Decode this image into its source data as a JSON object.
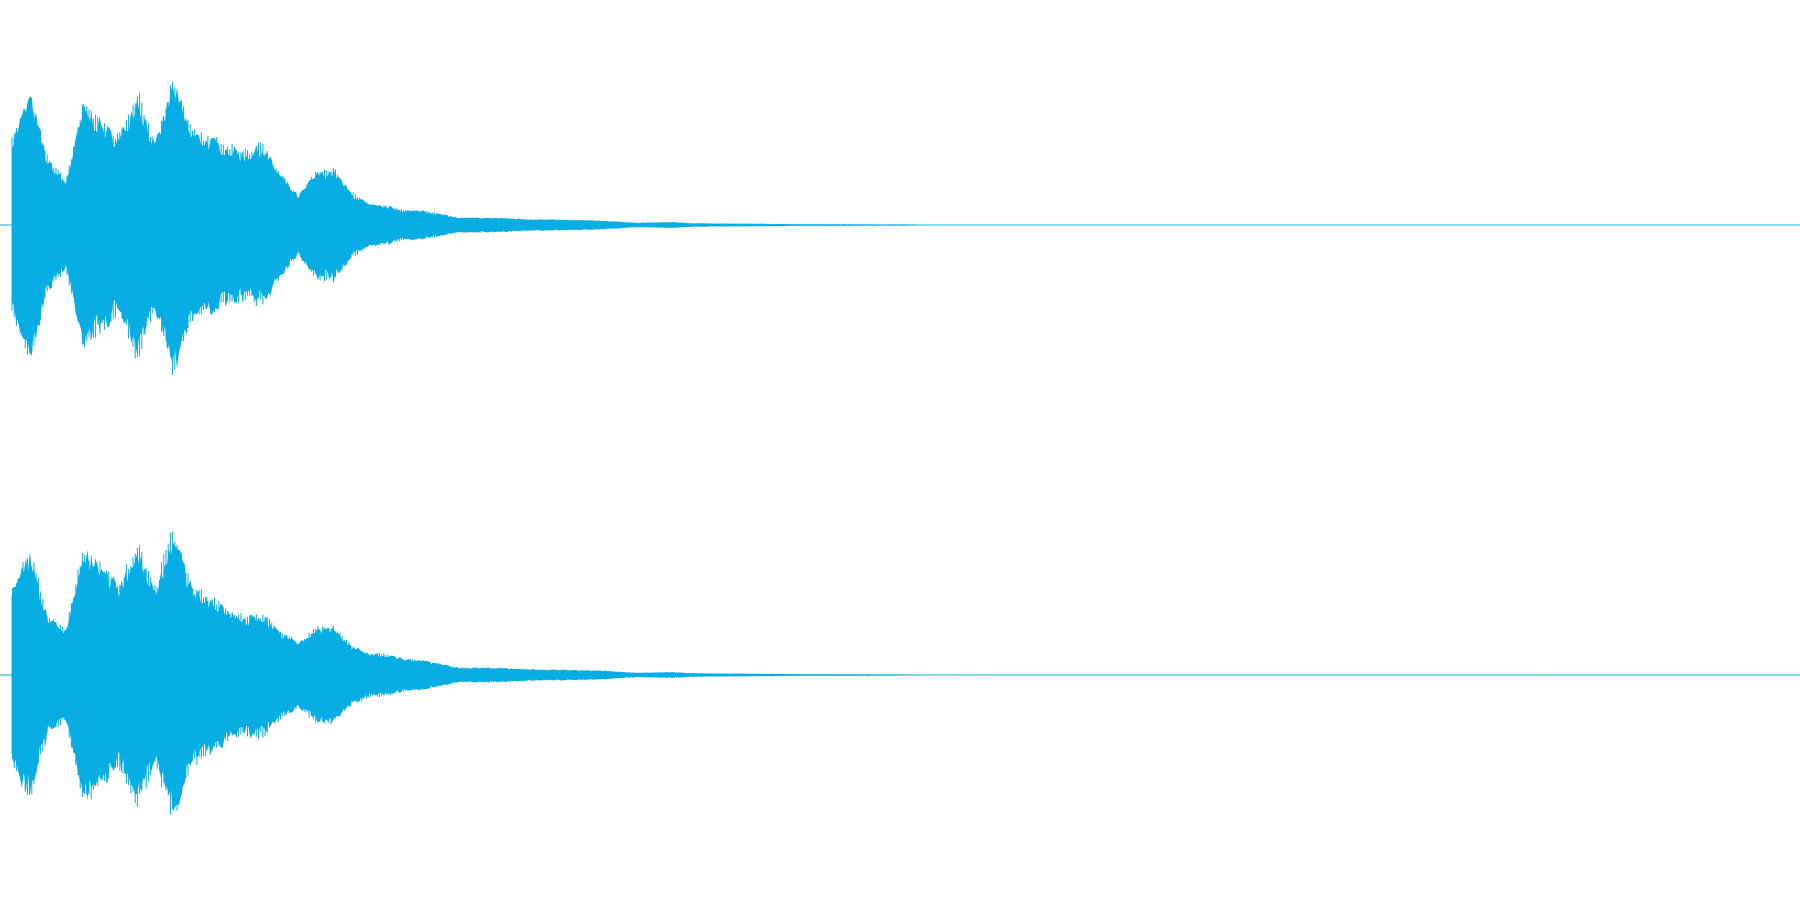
{
  "colors": {
    "background": "#ffffff",
    "waveform": "#08ade4",
    "baseline": "#08ade4"
  },
  "chart_data": {
    "type": "area",
    "grid": false,
    "legend": "none",
    "x_range": [
      0,
      1
    ],
    "y_range": [
      -1,
      1
    ],
    "series": [
      {
        "channel": 1,
        "envelope_x": [
          0,
          0.01,
          0.02,
          0.03,
          0.04,
          0.06,
          0.07,
          0.08,
          0.09,
          0.1,
          0.12,
          0.13,
          0.14,
          0.15,
          0.16,
          0.17,
          0.18,
          0.19,
          0.2,
          0.21,
          0.22,
          0.23,
          0.25,
          0.27,
          0.29,
          0.31,
          0.33,
          0.35,
          0.37,
          0.38,
          0.4,
          0.42,
          0.44,
          0.46,
          0.5,
          0.55,
          0.6,
          0.63,
          1.0
        ],
        "envelope_y": [
          0.6,
          0.91,
          0.45,
          0.3,
          0.82,
          0.6,
          0.92,
          0.55,
          0.99,
          0.65,
          0.55,
          0.5,
          0.55,
          0.35,
          0.2,
          0.36,
          0.38,
          0.22,
          0.14,
          0.13,
          0.1,
          0.1,
          0.05,
          0.05,
          0.04,
          0.035,
          0.03,
          0.015,
          0.02,
          0.012,
          0.01,
          0.008,
          0.006,
          0.005,
          0.004,
          0.002,
          0.001,
          0.001,
          0
        ]
      },
      {
        "channel": 2,
        "envelope_x": [
          0,
          0.01,
          0.02,
          0.03,
          0.04,
          0.06,
          0.07,
          0.08,
          0.09,
          0.1,
          0.12,
          0.13,
          0.14,
          0.15,
          0.16,
          0.17,
          0.18,
          0.19,
          0.2,
          0.21,
          0.22,
          0.23,
          0.25,
          0.27,
          0.29,
          0.31,
          0.33,
          0.35,
          0.37,
          0.38,
          0.4,
          0.42,
          0.44,
          0.46,
          0.5,
          0.55,
          0.6,
          0.63,
          1.0
        ],
        "envelope_y": [
          0.58,
          0.85,
          0.4,
          0.3,
          0.87,
          0.62,
          0.89,
          0.6,
          0.99,
          0.62,
          0.45,
          0.4,
          0.42,
          0.3,
          0.22,
          0.32,
          0.33,
          0.2,
          0.15,
          0.14,
          0.11,
          0.1,
          0.05,
          0.05,
          0.04,
          0.035,
          0.03,
          0.015,
          0.02,
          0.012,
          0.01,
          0.008,
          0.006,
          0.005,
          0.004,
          0.002,
          0.001,
          0.001,
          0
        ]
      }
    ]
  }
}
